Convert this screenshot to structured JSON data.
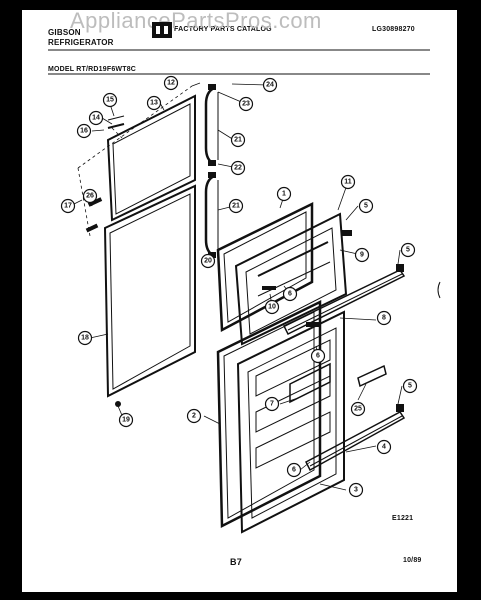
{
  "header": {
    "brand": "GIBSON",
    "product": "REFRIGERATOR",
    "title_logo_text": "FACTORY PARTS CATALOG",
    "doc_code": "LG30898270",
    "model": "MODEL RT/RD19F6WT8C"
  },
  "watermark": "AppliancePartsPros.com",
  "footer": {
    "page": "B7",
    "date": "10/89",
    "drawing_id": "E1221"
  },
  "callouts": [
    {
      "id": "c1",
      "label": "1"
    },
    {
      "id": "c2",
      "label": "2"
    },
    {
      "id": "c3",
      "label": "3"
    },
    {
      "id": "c4",
      "label": "4"
    },
    {
      "id": "c5a",
      "label": "5"
    },
    {
      "id": "c5b",
      "label": "5"
    },
    {
      "id": "c5c",
      "label": "5"
    },
    {
      "id": "c6a",
      "label": "6"
    },
    {
      "id": "c6b",
      "label": "6"
    },
    {
      "id": "c6c",
      "label": "6"
    },
    {
      "id": "c7",
      "label": "7"
    },
    {
      "id": "c8",
      "label": "8"
    },
    {
      "id": "c9",
      "label": "9"
    },
    {
      "id": "c10",
      "label": "10"
    },
    {
      "id": "c11",
      "label": "11"
    },
    {
      "id": "c12",
      "label": "12"
    },
    {
      "id": "c13",
      "label": "13"
    },
    {
      "id": "c14",
      "label": "14"
    },
    {
      "id": "c15",
      "label": "15"
    },
    {
      "id": "c16",
      "label": "16"
    },
    {
      "id": "c17",
      "label": "17"
    },
    {
      "id": "c18",
      "label": "18"
    },
    {
      "id": "c19",
      "label": "19"
    },
    {
      "id": "c20",
      "label": "20"
    },
    {
      "id": "c21a",
      "label": "21"
    },
    {
      "id": "c21b",
      "label": "21"
    },
    {
      "id": "c22",
      "label": "22"
    },
    {
      "id": "c23",
      "label": "23"
    },
    {
      "id": "c24",
      "label": "24"
    },
    {
      "id": "c25",
      "label": "25"
    },
    {
      "id": "c26",
      "label": "26"
    }
  ]
}
